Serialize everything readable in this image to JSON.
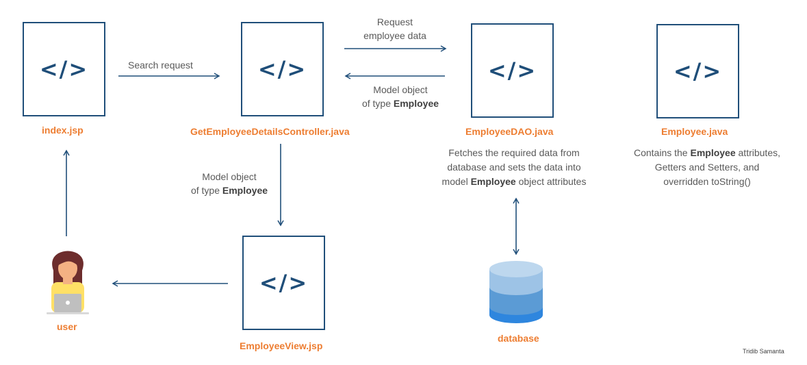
{
  "components": {
    "index": {
      "code": "</>",
      "name": "index.jsp"
    },
    "controller": {
      "code": "</>",
      "name": "GetEmployeeDetailsController.java"
    },
    "dao": {
      "code": "</>",
      "name": "EmployeeDAO.java"
    },
    "model": {
      "code": "</>",
      "name": "Employee.java"
    },
    "view": {
      "code": "</>",
      "name": "EmployeeView.jsp"
    },
    "user": {
      "name": "user"
    },
    "database": {
      "name": "database"
    }
  },
  "labels": {
    "search_request": "Search request",
    "request_employee_data": {
      "line1": "Request",
      "line2": "employee data"
    },
    "model_object_return": {
      "line1": "Model object",
      "line2_pre": "of type ",
      "line2_bold": "Employee"
    },
    "model_object_view": {
      "line1": "Model object",
      "line2_pre": "of type ",
      "line2_bold": "Employee"
    },
    "dao_desc": {
      "line1": "Fetches the required data from",
      "line2": "database and sets the data into",
      "line3_pre": "model ",
      "line3_bold": "Employee",
      "line3_post": " object attributes"
    },
    "model_desc": {
      "line1_pre": "Contains the ",
      "line1_bold": "Employee",
      "line1_post": " attributes,",
      "line2": "Getters and Setters, and",
      "line3": "overridden toString()"
    }
  },
  "credit": "Tridib Samanta",
  "colors": {
    "box_border": "#1f4e79",
    "code_text": "#1f4e79",
    "filename": "#ed7d31",
    "arrow": "#1f4e79",
    "label_text": "#595959",
    "db_light": "#9dc3e6",
    "db_mid": "#5b9bd5",
    "db_dark": "#2e86de"
  },
  "icons": {
    "user": "user-with-laptop-icon",
    "database": "database-cylinder-icon"
  }
}
